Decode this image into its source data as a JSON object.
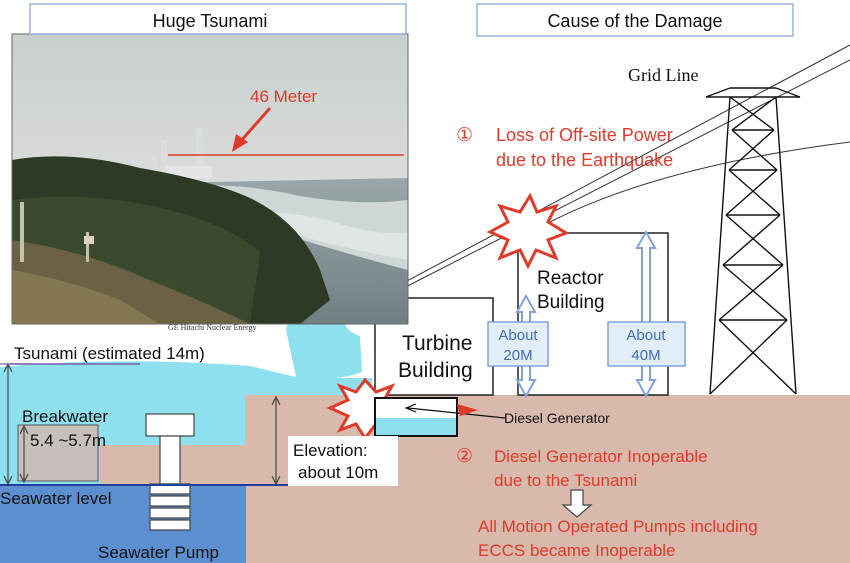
{
  "titles": {
    "left": "Huge Tsunami",
    "right": "Cause of the Damage"
  },
  "photo": {
    "height_callout": "46 Meter",
    "credit": "GE Hitachi Nuclear Energy"
  },
  "labels": {
    "grid_line": "Grid Line",
    "cause1_num": "①",
    "cause1_line1": "Loss of Off-site Power",
    "cause1_line2": "due to the Earthquake",
    "reactor_line1": "Reactor",
    "reactor_line2": "Building",
    "turbine_line1": "Turbine",
    "turbine_line2": "Building",
    "about20_line1": "About",
    "about20_line2": "20M",
    "about40_line1": "About",
    "about40_line2": "40M",
    "tsunami_estimated": "Tsunami (estimated 14m)",
    "breakwater": "Breakwater",
    "breakwater_height": "5.4 ~5.7m",
    "seawater_level": "Seawater level",
    "seawater_pump": "Seawater Pump",
    "elevation_line1": "Elevation:",
    "elevation_line2": "about 10m",
    "diesel_generator": "Diesel Generator",
    "cause2_num": "②",
    "cause2_line1": "Diesel Generator Inoperable",
    "cause2_line2": "due to the Tsunami",
    "result_line1": "All Motion Operated Pumps including",
    "result_line2": "ECCS became Inoperable"
  },
  "colors": {
    "ground": "#d8b9ab",
    "seawater": "#5b8fcf",
    "tsunami": "#8ee0ef",
    "alert_red": "#e03a2a",
    "arrow_blue": "#9dbfe6",
    "title_border": "#7fa3d6"
  }
}
